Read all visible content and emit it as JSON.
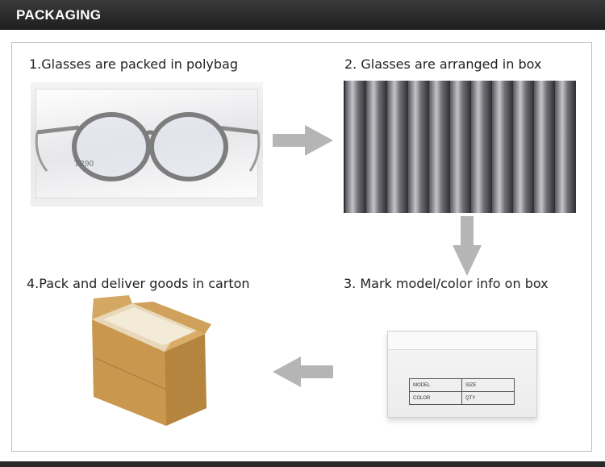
{
  "header": {
    "title": "PACKAGING"
  },
  "steps": [
    {
      "label": "1.Glasses are packed in polybag"
    },
    {
      "label": "2. Glasses are arranged in box"
    },
    {
      "label": "3. Mark model/color info on box"
    },
    {
      "label": "4.Pack and deliver goods in carton"
    }
  ],
  "box_label": {
    "model": "MODEL",
    "size": "SIZE",
    "color": "COLOR",
    "qty": "QTY"
  },
  "temple_print": "TR90",
  "colors": {
    "header_bg": "#2b2b2b",
    "arrow": "#b5b5b5",
    "carton": "#c9974e"
  }
}
